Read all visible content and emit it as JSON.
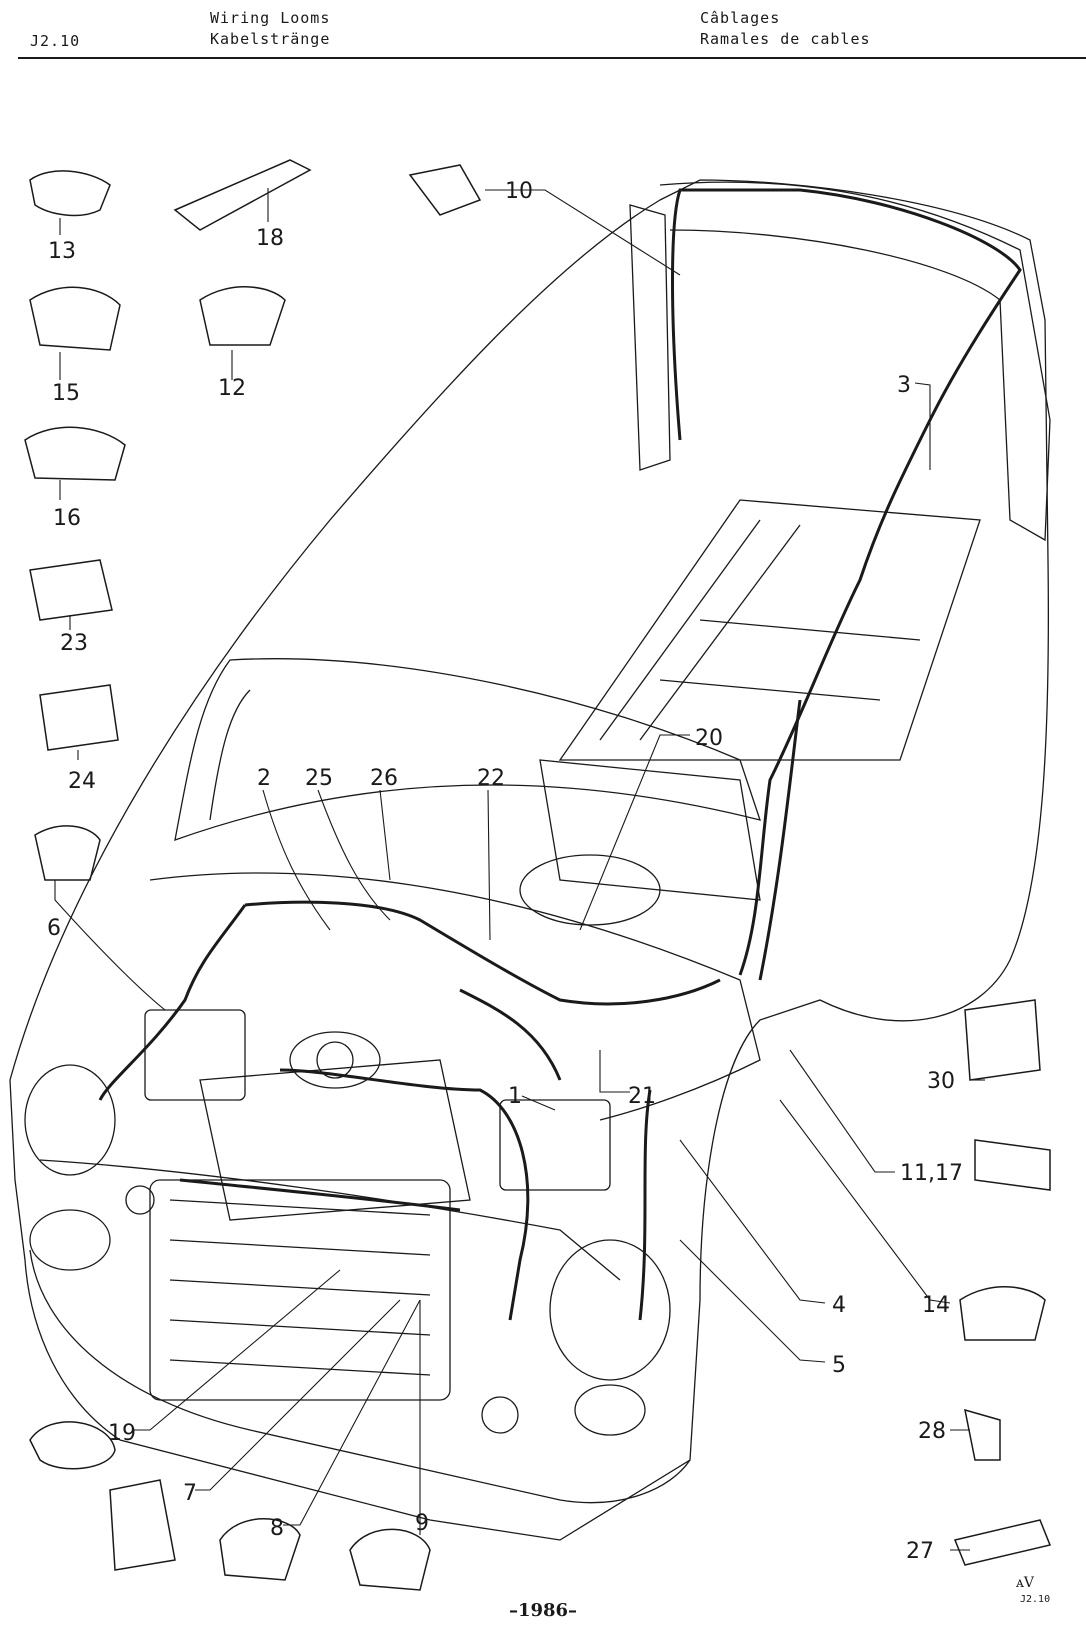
{
  "header": {
    "page_code": "J2.10",
    "title_en": "Wiring Looms",
    "title_de": "Kabelstränge",
    "title_fr": "Câblages",
    "title_es": "Ramales de cables"
  },
  "footer": {
    "page_number": "–1986–",
    "sig_code": "J2.10"
  },
  "callouts": [
    {
      "id": "c1",
      "label": "1"
    },
    {
      "id": "c2",
      "label": "2"
    },
    {
      "id": "c3",
      "label": "3"
    },
    {
      "id": "c4",
      "label": "4"
    },
    {
      "id": "c5",
      "label": "5"
    },
    {
      "id": "c6",
      "label": "6"
    },
    {
      "id": "c7",
      "label": "7"
    },
    {
      "id": "c8",
      "label": "8"
    },
    {
      "id": "c9",
      "label": "9"
    },
    {
      "id": "c10",
      "label": "10"
    },
    {
      "id": "c11_17",
      "label": "11,17"
    },
    {
      "id": "c12",
      "label": "12"
    },
    {
      "id": "c13",
      "label": "13"
    },
    {
      "id": "c14",
      "label": "14"
    },
    {
      "id": "c15",
      "label": "15"
    },
    {
      "id": "c16",
      "label": "16"
    },
    {
      "id": "c18",
      "label": "18"
    },
    {
      "id": "c19",
      "label": "19"
    },
    {
      "id": "c20",
      "label": "20"
    },
    {
      "id": "c21",
      "label": "21"
    },
    {
      "id": "c22",
      "label": "22"
    },
    {
      "id": "c23",
      "label": "23"
    },
    {
      "id": "c24",
      "label": "24"
    },
    {
      "id": "c25",
      "label": "25"
    },
    {
      "id": "c26",
      "label": "26"
    },
    {
      "id": "c27",
      "label": "27"
    },
    {
      "id": "c28",
      "label": "28"
    },
    {
      "id": "c30",
      "label": "30"
    }
  ],
  "colors": {
    "ink": "#1a1a1a",
    "paper": "#ffffff"
  }
}
